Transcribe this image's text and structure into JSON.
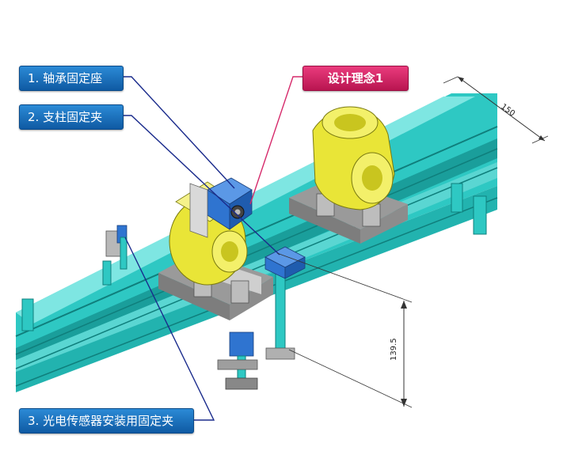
{
  "labels": {
    "bearing_seat": "1. 轴承固定座",
    "post_clamp": "2. 支柱固定夹",
    "sensor_clamp": "3. 光电传感器安装用固定夹",
    "design_concept": "设计理念1"
  },
  "dimensions": {
    "width_dim": "150",
    "height_dim": "139.5"
  },
  "colors": {
    "conveyor": "#2ec8c3",
    "conveyor_dark": "#1a9e9b",
    "conveyor_light": "#7ee6e2",
    "part_yellow": "#e9e537",
    "fixture_gray": "#b9b9b9",
    "bracket_blue": "#2f74d0",
    "leader_blue": "#1a2b8c",
    "leader_red": "#d62a6b",
    "label_blue": "#1565b8",
    "label_red": "#d81f63"
  }
}
